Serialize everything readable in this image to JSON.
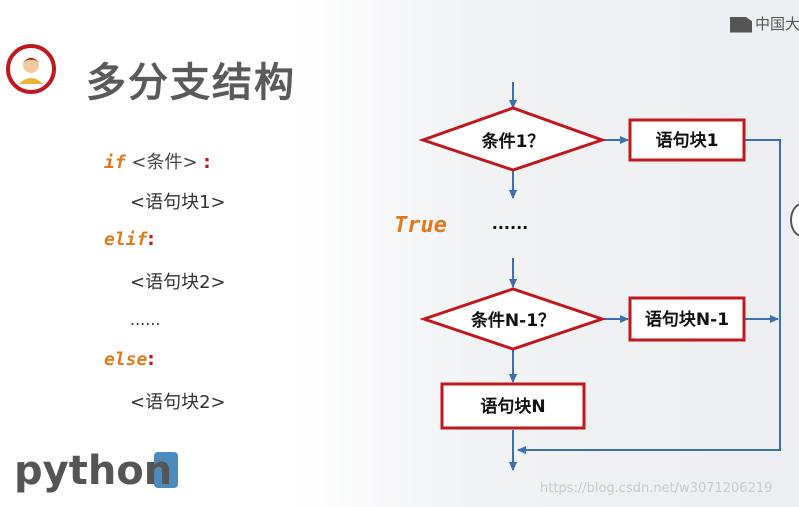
{
  "title": "多分支结构",
  "brand": "中国大",
  "code": {
    "if_kw": "if",
    "cond": "<条件>",
    "block1": "<语句块1>",
    "elif_kw": "elif",
    "block2a": "<语句块2>",
    "ellipsis": "......",
    "else_kw": "else",
    "block2b": "<语句块2>",
    "colon": ":"
  },
  "diagram": {
    "cond1": "条件1？",
    "block1": "语句块1",
    "ellipsis": "......",
    "true_label": "True",
    "condN1": "条件N-1？",
    "blockN1": "语句块N-1",
    "blockN": "语句块N"
  },
  "colors": {
    "orange": "#e07a1a",
    "red": "#c0181e",
    "arrow": "#3a6fb0"
  },
  "logo": "python",
  "watermark": "https://blog.csdn.net/w3071206219"
}
